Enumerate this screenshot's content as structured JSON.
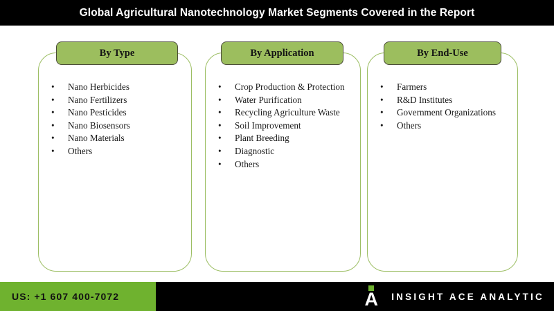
{
  "header": {
    "title": "Global Agricultural Nanotechnology Market Segments Covered in the Report"
  },
  "colors": {
    "title_bar_bg": "#000000",
    "title_text": "#ffffff",
    "card_border": "#9cbe63",
    "card_header_bg": "#9cbe5e",
    "footer_bg": "#000000",
    "footer_phone_bg": "#6fb22f",
    "brand_accent": "#6fb22f"
  },
  "cards": [
    {
      "header": "By Type",
      "bullet": "•",
      "items": [
        "Nano Herbicides",
        "Nano Fertilizers",
        "Nano Pesticides",
        "Nano Biosensors",
        "Nano Materials",
        "Others"
      ]
    },
    {
      "header": "By Application",
      "bullet": "•",
      "items": [
        "Crop Production & Protection",
        "Water Purification",
        "Recycling Agriculture Waste",
        "Soil Improvement",
        "Plant Breeding",
        "Diagnostic",
        "Others"
      ]
    },
    {
      "header": "By End-Use",
      "bullet": "•",
      "items": [
        "Farmers",
        "R&D Institutes",
        "Government Organizations",
        "Others"
      ]
    }
  ],
  "footer": {
    "phone": "US: +1 607 400-7072",
    "brand_letter": "A",
    "brand_name": "INSIGHT ACE ANALYTIC"
  }
}
